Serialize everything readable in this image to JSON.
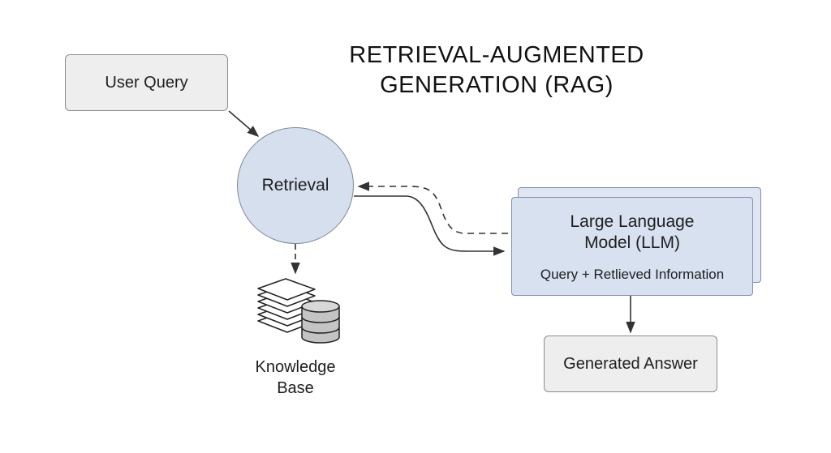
{
  "title": {
    "line1": "RETRIEVAL-AUGMENTED",
    "line2": "GENERATION (RAG)"
  },
  "nodes": {
    "user_query": "User Query",
    "retrieval": "Retrieval",
    "llm_line1": "Large Language",
    "llm_line2": "Model (LLM)",
    "llm_subtitle": "Query + Retlieved Information",
    "generated_answer": "Generated Answer",
    "knowledge_base_line1": "Knowledge",
    "knowledge_base_line2": "Base"
  },
  "icons": {
    "documents": "document-stack-icon",
    "database": "database-icon"
  },
  "colors": {
    "box_fill": "#eeeeee",
    "circle_fill": "#d6dfee",
    "llm_fill": "#d8e1ef",
    "line": "#333333"
  }
}
